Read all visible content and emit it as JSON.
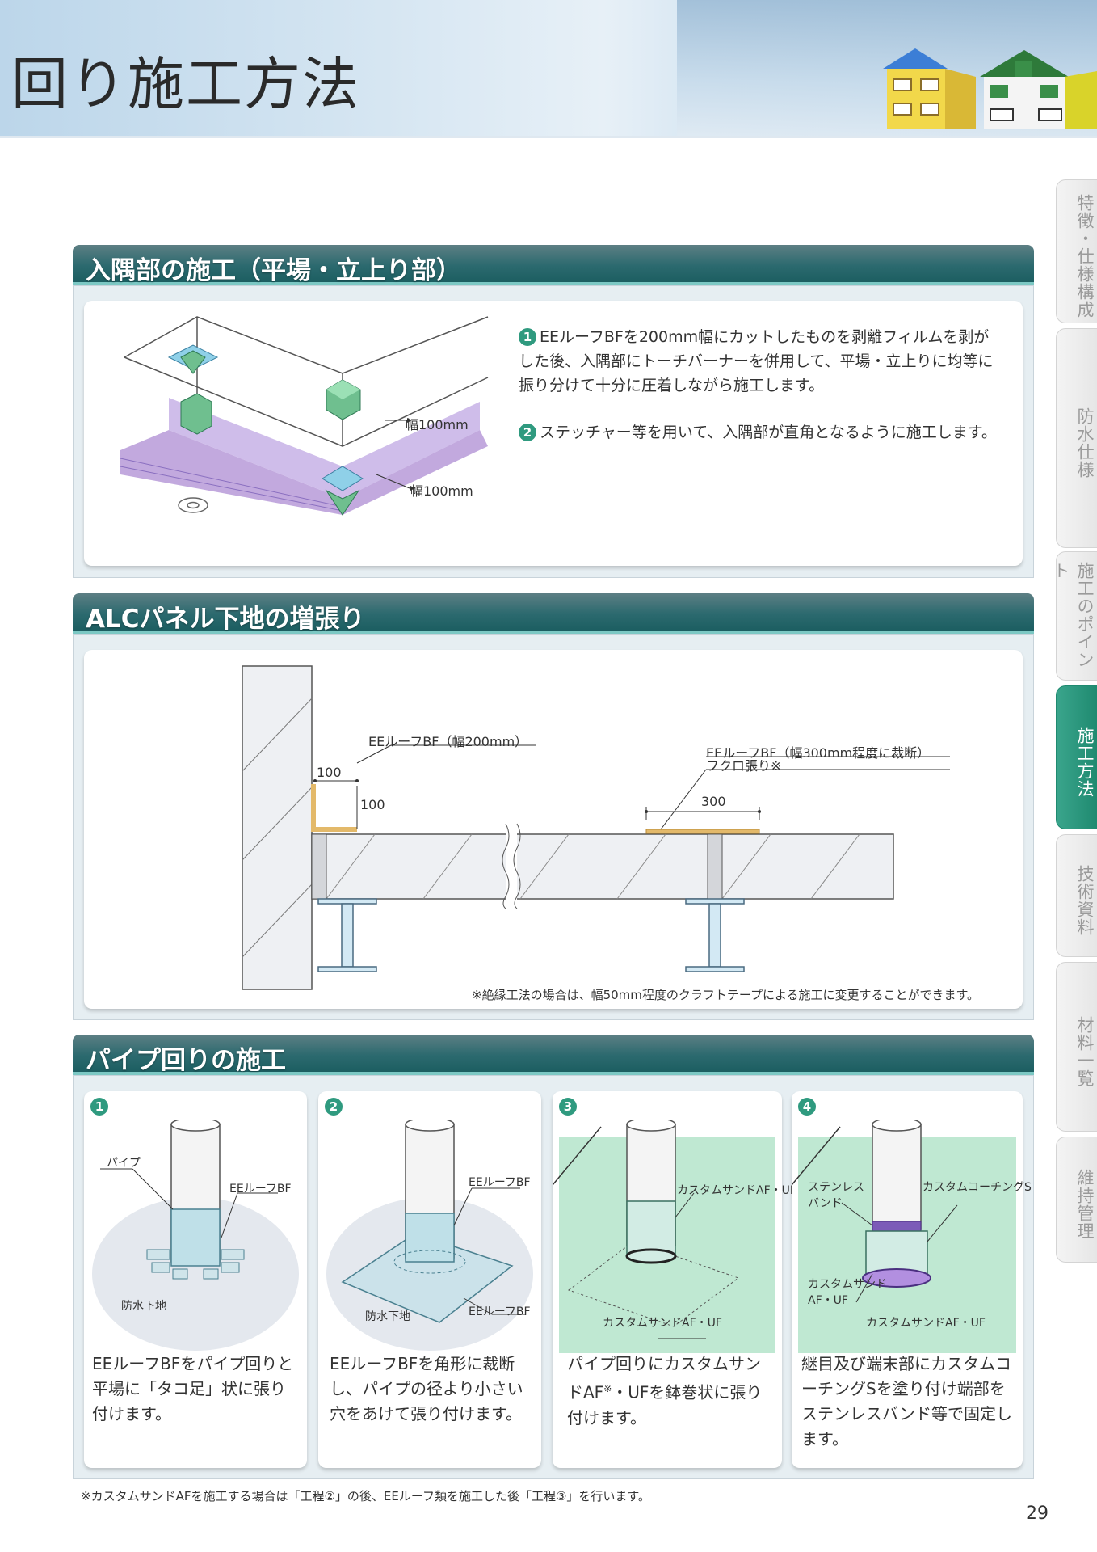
{
  "header": {
    "title": "回り施工方法"
  },
  "side_tabs": [
    {
      "label": "特徴・仕様構成",
      "active": false
    },
    {
      "label": "防水仕様",
      "active": false
    },
    {
      "label": "施工のポイント",
      "active": false
    },
    {
      "label": "施工方法",
      "active": true
    },
    {
      "label": "技術資料",
      "active": false
    },
    {
      "label": "材料一覧",
      "active": false
    },
    {
      "label": "維持管理",
      "active": false
    }
  ],
  "section1": {
    "title": "入隅部の施工（平場・立上り部）",
    "label_w1": "幅100mm",
    "label_w2": "幅100mm",
    "step1_num": "1",
    "step1_text": "EEルーフBFを200mm幅にカットしたものを剥離フィルムを剥がした後、入隅部にトーチバーナーを併用して、平場・立上りに均等に振り分けて十分に圧着しながら施工します。",
    "step2_num": "2",
    "step2_text": "ステッチャー等を用いて、入隅部が直角となるように施工します。"
  },
  "section2": {
    "title": "ALCパネル下地の増張り",
    "label_a": "EEルーフBF（幅200mm）",
    "label_b1": "EEルーフBF（幅300mm程度に裁断）",
    "label_b2": "フクロ張り※",
    "dim_100a": "100",
    "dim_100b": "100",
    "dim_300": "300",
    "note": "※絶縁工法の場合は、幅50mm程度のクラフトテープによる施工に変更することができます。"
  },
  "section3": {
    "title": "パイプ回りの施工",
    "steps": [
      {
        "num": "1",
        "labels": [
          "パイプ",
          "EEルーフBF",
          "防水下地"
        ],
        "desc": "EEルーフBFをパイプ回りと平場に「タコ足」状に張り付けます。"
      },
      {
        "num": "2",
        "labels": [
          "EEルーフBF",
          "防水下地",
          "EEルーフBF"
        ],
        "desc": "EEルーフBFを角形に裁断し、パイプの径より小さい穴をあけて張り付けます。"
      },
      {
        "num": "3",
        "labels": [
          "カスタムサンドAF・UF",
          "カスタムサンドAF・UF"
        ],
        "desc_a": "パイプ回りにカスタムサンドAF",
        "desc_sup": "※",
        "desc_b": "・UFを鉢巻状に張り付けます。"
      },
      {
        "num": "4",
        "labels": [
          "ステンレスバンド",
          "カスタムコーチングS",
          "カスタムサンドAF・UF",
          "カスタムサンドAF・UF"
        ],
        "desc": "継目及び端末部にカスタムコーチングSを塗り付け端部をステンレスバンド等で固定します。"
      }
    ]
  },
  "footnote": "※カスタムサンドAFを施工する場合は「工程②」の後、EEルーフ類を施工した後「工程③」を行います。",
  "page_number": "29"
}
